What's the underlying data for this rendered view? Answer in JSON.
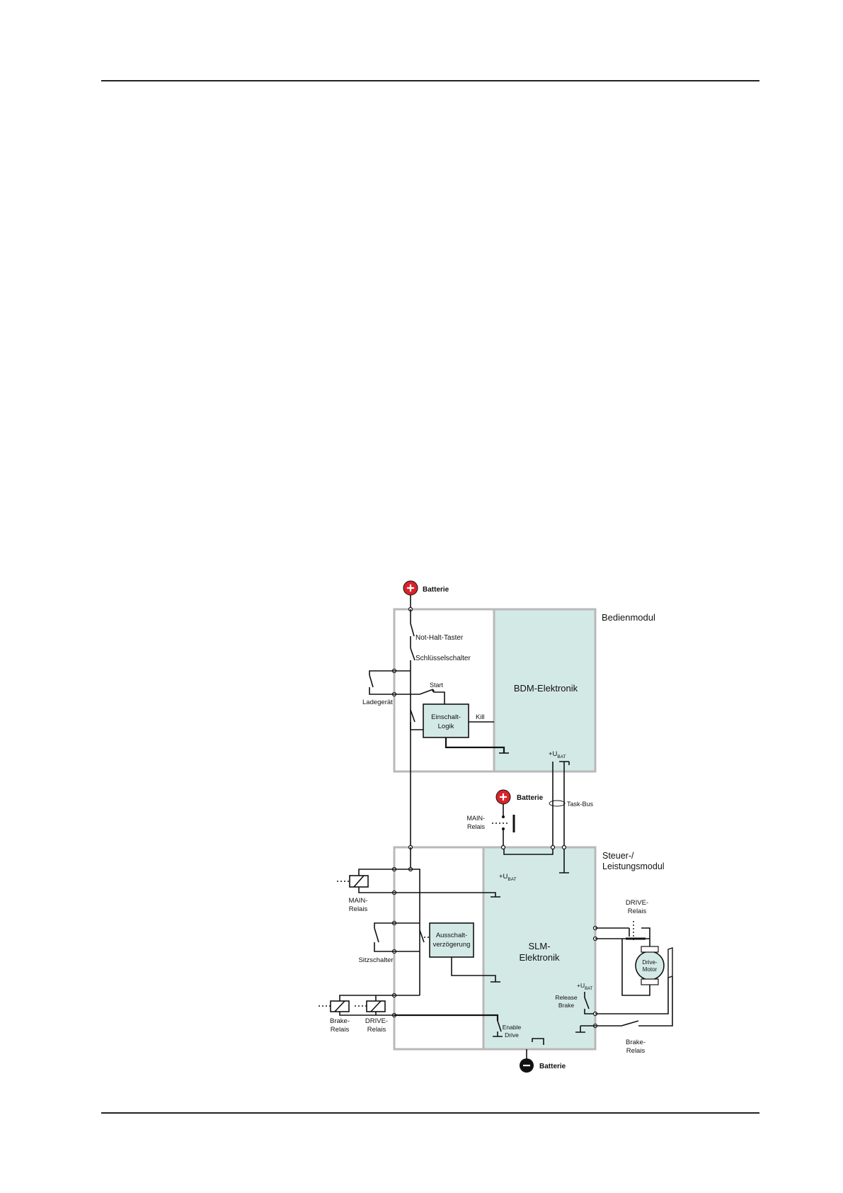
{
  "page": {
    "header_rule": "",
    "footer_rule": ""
  },
  "diagram": {
    "batterie_plus_top": "Batterie",
    "bedienmodul": "Bedienmodul",
    "not_halt_taster": "Not-Halt-Taster",
    "schluesselschalter": "Schlüsselschalter",
    "ladegeraet": "Ladegerät",
    "start": "Start",
    "einschalt_logik_1": "Einschalt-",
    "einschalt_logik_2": "Logik",
    "kill": "Kill",
    "bdm_elektronik": "BDM-Elektronik",
    "ubat_top": "+U",
    "ubat_top_sub": "BAT",
    "batterie_plus_mid": "Batterie",
    "main_relais_top_1": "MAIN-",
    "main_relais_top_2": "Relais",
    "task_bus": "Task-Bus",
    "steuer_modul_1": "Steuer-/",
    "steuer_modul_2": "Leistungsmodul",
    "ubat_bottom": "+U",
    "ubat_bottom_sub": "BAT",
    "main_relais_left_1": "MAIN-",
    "main_relais_left_2": "Relais",
    "drive_relais_right_1": "DRIVE-",
    "drive_relais_right_2": "Relais",
    "ausschalt_1": "Ausschalt-",
    "ausschalt_2": "verzögerung",
    "slm_1": "SLM-",
    "slm_2": "Elektronik",
    "drive_motor_1": "Drive-",
    "drive_motor_2": "Motor",
    "sitzschalter": "Sitzschalter",
    "ubat_right": "+U",
    "ubat_right_sub": "BAT",
    "release_brake_1": "Release",
    "release_brake_2": "Brake",
    "enable_drive_1": "Enable",
    "enable_drive_2": "Drive",
    "brake_relais_left_1": "Brake-",
    "brake_relais_left_2": "Relais",
    "drive_relais_left_1": "DRIVE-",
    "drive_relais_left_2": "Relais",
    "brake_relais_right_1": "Brake-",
    "brake_relais_right_2": "Relais",
    "batterie_minus": "Batterie"
  },
  "colors": {
    "module_fill": "#d3e9e6",
    "module_border": "#b9b9b9",
    "battery_plus": "#d9232a",
    "battery_minus": "#111111"
  }
}
